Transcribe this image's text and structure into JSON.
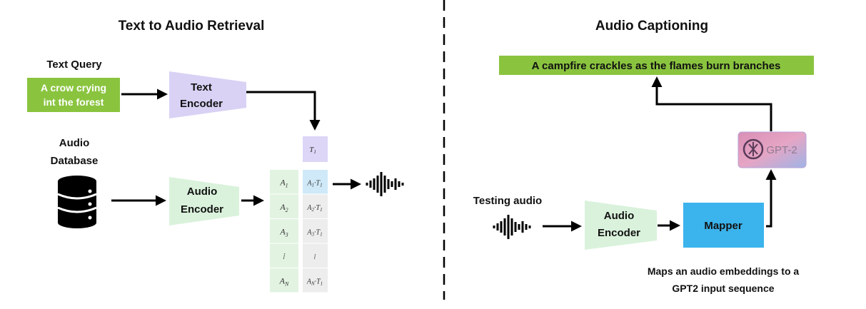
{
  "left_panel": {
    "title": "Text to Audio Retrieval",
    "text_query_label": "Text Query",
    "query_line1": "A crow crying",
    "query_line2": "int the forest",
    "text_encoder_line1": "Text",
    "text_encoder_line2": "Encoder",
    "audio_db_line1": "Audio",
    "audio_db_line2": "Database",
    "audio_encoder_line1": "Audio",
    "audio_encoder_line2": "Encoder",
    "matrix": {
      "t_header": "T",
      "t_header_sub": "1",
      "a_column": [
        {
          "main": "A",
          "sub": "1"
        },
        {
          "main": "A",
          "sub": "2"
        },
        {
          "main": "A",
          "sub": "3"
        },
        {
          "main": "⁞",
          "sub": ""
        },
        {
          "main": "A",
          "sub": "N"
        }
      ],
      "score_column": [
        {
          "a": "A",
          "a_sub": "1",
          "t": "·T",
          "t_sub": "1"
        },
        {
          "a": "A",
          "a_sub": "2",
          "t": "·T",
          "t_sub": "1"
        },
        {
          "a": "A",
          "a_sub": "3",
          "t": "·T",
          "t_sub": "1"
        },
        {
          "a": "⁞",
          "a_sub": "",
          "t": "",
          "t_sub": ""
        },
        {
          "a": "A",
          "a_sub": "N",
          "t": "·T",
          "t_sub": "1"
        }
      ]
    }
  },
  "right_panel": {
    "title": "Audio Captioning",
    "caption": "A campfire crackles as the flames burn branches",
    "gpt_label": "GPT-2",
    "testing_audio_label": "Testing audio",
    "audio_encoder_line1": "Audio",
    "audio_encoder_line2": "Encoder",
    "mapper_label": "Mapper",
    "note_line1": "Maps an audio embeddings to a",
    "note_line2": "GPT2 input sequence"
  },
  "colors": {
    "green_box": "#8ac43f",
    "text_encoder": "#d9d2f5",
    "audio_encoder": "#daf2dc",
    "a_cell": "#e2f3e2",
    "score_cell": "#ededed",
    "score_highlight": "#cfe9f8",
    "t_cell": "#ddd6f6",
    "mapper": "#3bb3ec",
    "arrow": "#000000"
  },
  "icons": [
    "database-icon",
    "waveform-icon",
    "openai-logo-icon",
    "arrow-icon"
  ]
}
